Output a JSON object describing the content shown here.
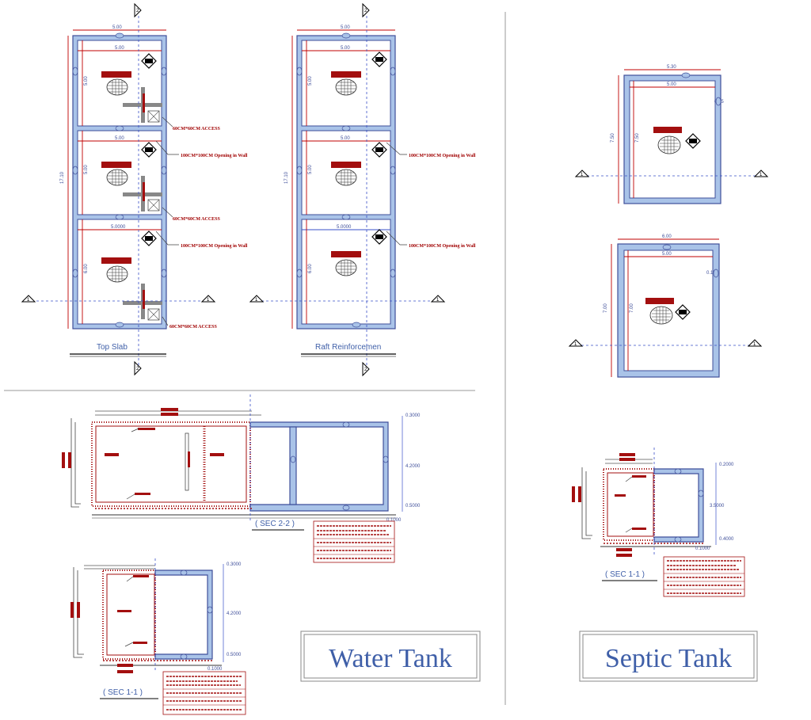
{
  "titles": {
    "water_tank": "Water Tank",
    "septic_tank": "Septic Tank"
  },
  "plans": {
    "top_slab": "Top Slab",
    "raft": "Raft Reinforcemen"
  },
  "sections": {
    "sec_2_2": "( SEC 2-2 )",
    "sec_1_1_water": "( SEC 1-1 )",
    "sec_1_1_septic": "( SEC 1-1 )"
  },
  "annotations": {
    "access": "60CM*60CM ACCESS",
    "opening": "100CM*100CM Opening in Wall"
  },
  "section_markers": {
    "one": "1",
    "two": "2"
  },
  "dimensions": {
    "water_width_outer": "5.00",
    "water_width_inner": "5.00",
    "water_bay_width": "5.0000",
    "water_total_length": "17.10",
    "water_cell_length": "5.00",
    "water_cell_length_end": "6.00",
    "septic1_width_outer": "5.30",
    "septic1_width_inner": "5.00",
    "septic1_length": "7.50",
    "septic1_thickness": "0.15",
    "septic2_width_outer": "6.00",
    "septic2_width_inner": "5.00",
    "septic2_length": "7.00",
    "sec22_top": "0.3000",
    "sec22_height": "4.2000",
    "sec22_bottom": "0.5000",
    "sec22_base": "0.1000",
    "sec11w_top": "0.3000",
    "sec11w_height": "4.2000",
    "sec11w_bottom": "0.5000",
    "sec11w_base": "0.1000",
    "sec11s_top": "0.2000",
    "sec11s_height": "3.5000",
    "sec11s_bottom": "0.4000",
    "sec11s_base": "0.1000"
  },
  "colors": {
    "concrete": "#a9c3e8",
    "outline": "#3f4f9a",
    "dimension": "#c00000",
    "label": "#a00000",
    "title": "#3f5fa8"
  }
}
